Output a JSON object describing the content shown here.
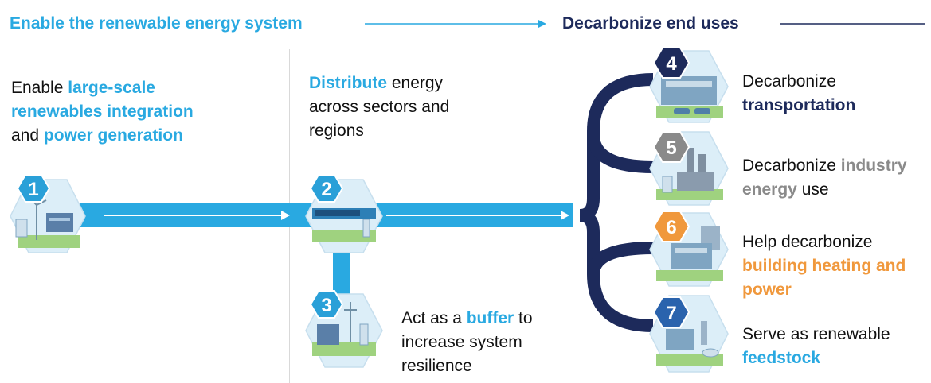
{
  "header": {
    "left": "Enable the renewable energy system",
    "right": "Decarbonize end uses"
  },
  "steps": {
    "s1": {
      "number": "1",
      "parts": [
        {
          "text": "Enable ",
          "style": "plain"
        },
        {
          "text": "large-scale renewables integration",
          "style": "blue"
        },
        {
          "text": " and ",
          "style": "plain"
        },
        {
          "text": "power generation",
          "style": "blue"
        }
      ]
    },
    "s2": {
      "number": "2",
      "parts": [
        {
          "text": "Distribute",
          "style": "blue"
        },
        {
          "text": " energy across sectors and regions",
          "style": "plain"
        }
      ]
    },
    "s3": {
      "number": "3",
      "parts": [
        {
          "text": "Act as a ",
          "style": "plain"
        },
        {
          "text": "buffer",
          "style": "blue"
        },
        {
          "text": " to increase system resilience",
          "style": "plain"
        }
      ]
    },
    "s4": {
      "number": "4",
      "parts": [
        {
          "text": "Decarbonize ",
          "style": "plain"
        },
        {
          "text": "transportation",
          "style": "navy"
        }
      ]
    },
    "s5": {
      "number": "5",
      "parts": [
        {
          "text": "Decarbonize ",
          "style": "plain"
        },
        {
          "text": "industry energy",
          "style": "gray"
        },
        {
          "text": " use",
          "style": "plain"
        }
      ]
    },
    "s6": {
      "number": "6",
      "parts": [
        {
          "text": "Help decarbonize ",
          "style": "plain"
        },
        {
          "text": "building heating and power",
          "style": "orange"
        }
      ]
    },
    "s7": {
      "number": "7",
      "parts": [
        {
          "text": "Serve as renewable ",
          "style": "plain"
        },
        {
          "text": "feedstock",
          "style": "blue"
        }
      ]
    }
  },
  "colors": {
    "light_blue": "#29a9e1",
    "navy": "#1d2a5b",
    "gray": "#8a8a8a",
    "orange": "#f0983c",
    "badge_4": "#1d2a5b",
    "badge_5": "#8a8a8a",
    "badge_6": "#f0983c",
    "badge_7": "#2a63ad"
  }
}
